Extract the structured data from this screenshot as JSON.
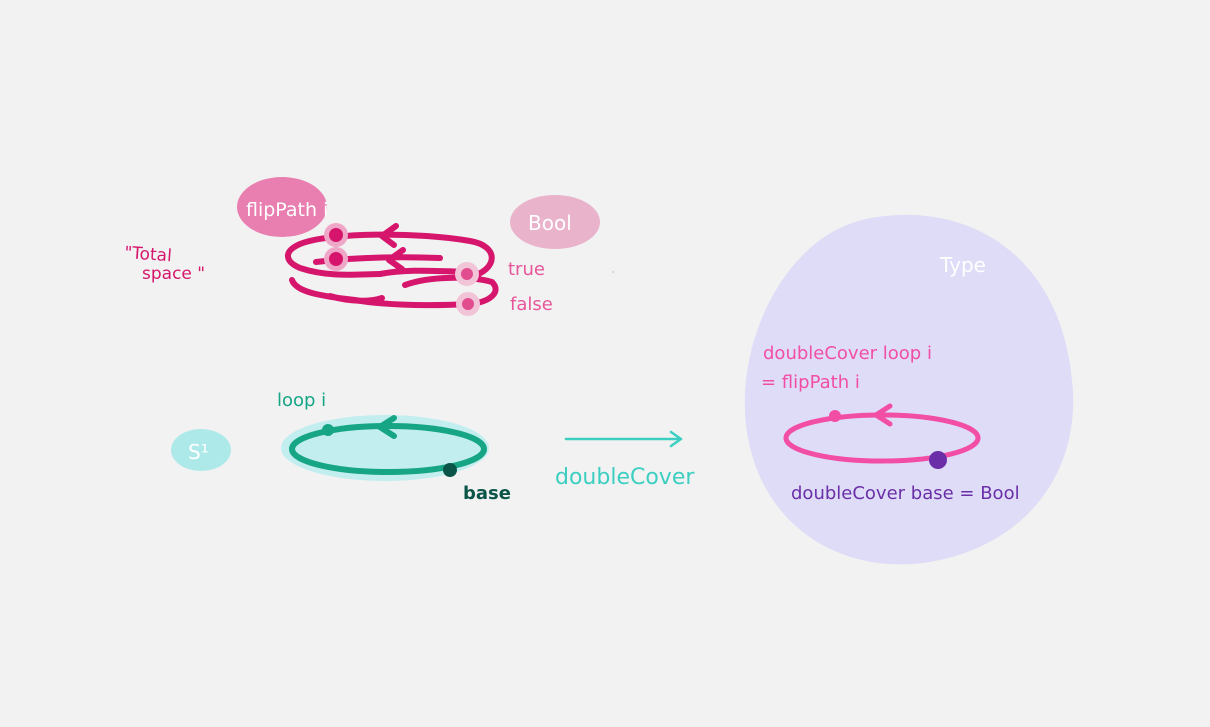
{
  "labels": {
    "total_space_line1": "\"Total",
    "total_space_line2": "space \"",
    "flip_path": "flipPath i",
    "bool": "Bool",
    "true": "true",
    "false": "false",
    "s1": "S¹",
    "loop": "loop i",
    "base": "base",
    "double_cover": "doubleCover",
    "type": "Type",
    "dc_loop_line1": "doubleCover loop i",
    "dc_loop_line2": "= flipPath i",
    "dc_base": "doubleCover base = Bool"
  },
  "colors": {
    "background": "#f2f2f2",
    "magenta": "#d6166c",
    "magenta_light": "#e97fb0",
    "bool_blob": "#eab3cc",
    "pink_text": "#e8559a",
    "teal": "#16a585",
    "teal_light": "#aee9ea",
    "teal_dark": "#0b5548",
    "cyan_text": "#3ccfc1",
    "type_blob": "#dedcf7",
    "type_text": "#ffffff",
    "hot_pink": "#f24ea6",
    "purple": "#6a2fa8"
  }
}
